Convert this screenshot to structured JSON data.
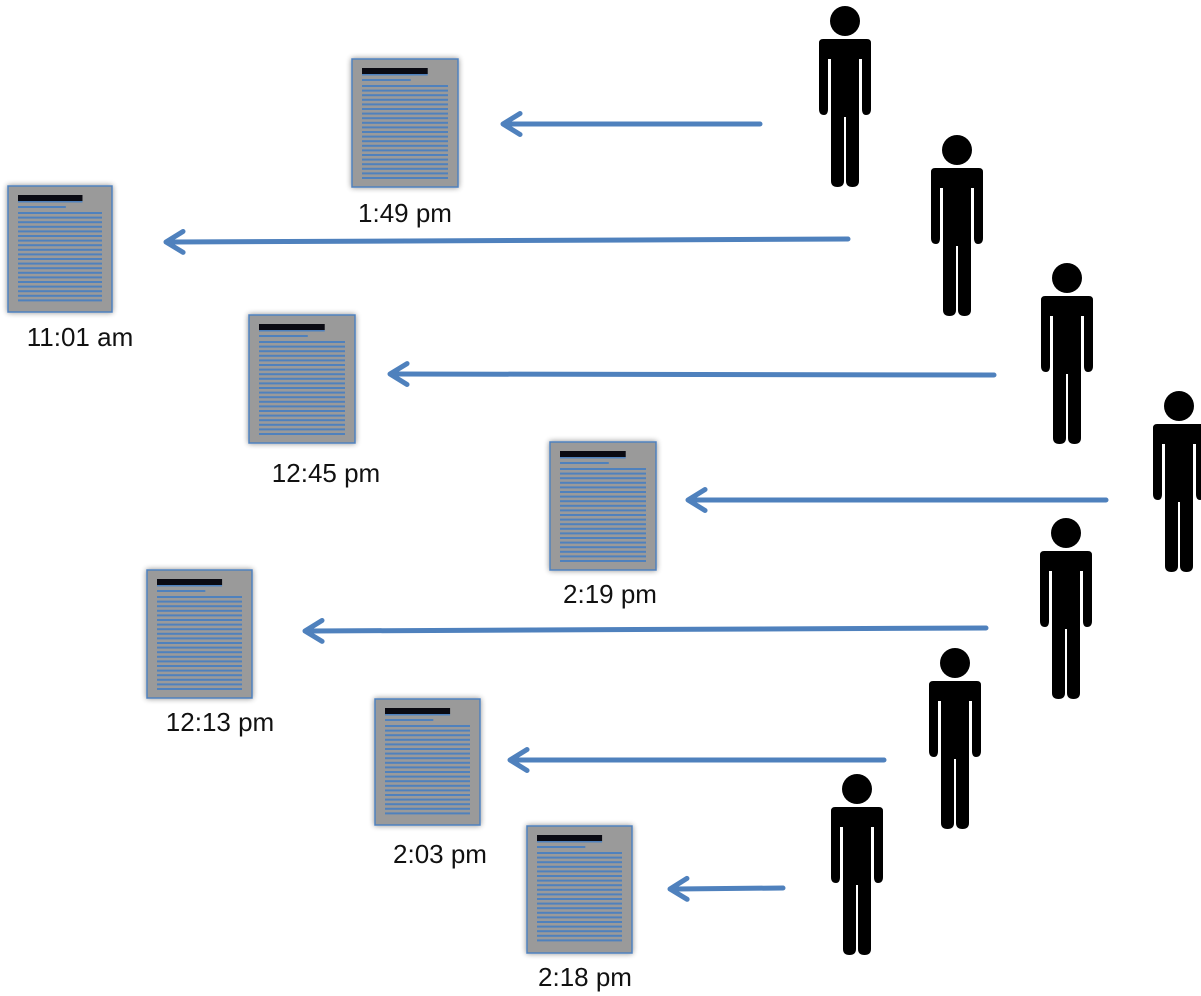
{
  "colors": {
    "arrow": "#4f81bd",
    "doc_border": "#4f81bd",
    "doc_fill": "#9a9a9a",
    "doc_lines": "#4f81bd",
    "doc_header": "#0a0a12",
    "person": "#000000",
    "label_text": "#111111"
  },
  "icons": {
    "person": "person-icon",
    "document": "document-icon",
    "arrow": "arrow-left-icon"
  },
  "entries": [
    {
      "id": "1",
      "time": "1:49 pm"
    },
    {
      "id": "2",
      "time": "11:01 am"
    },
    {
      "id": "3",
      "time": "12:45 pm"
    },
    {
      "id": "4",
      "time": "2:19 pm"
    },
    {
      "id": "5",
      "time": "12:13 pm"
    },
    {
      "id": "6",
      "time": "2:03 pm"
    },
    {
      "id": "7",
      "time": "2:18 pm"
    }
  ]
}
